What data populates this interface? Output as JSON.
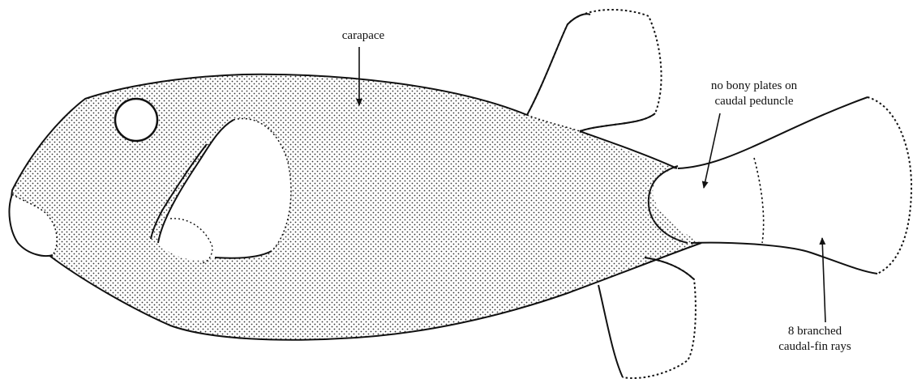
{
  "labels": {
    "carapace": "carapace",
    "peduncle_line1": "no bony plates on",
    "peduncle_line2": "caudal peduncle",
    "rays_line1": "8 branched",
    "rays_line2": "caudal-fin rays"
  },
  "colors": {
    "outline": "#111111",
    "stipple": "#333333",
    "background": "#ffffff"
  }
}
